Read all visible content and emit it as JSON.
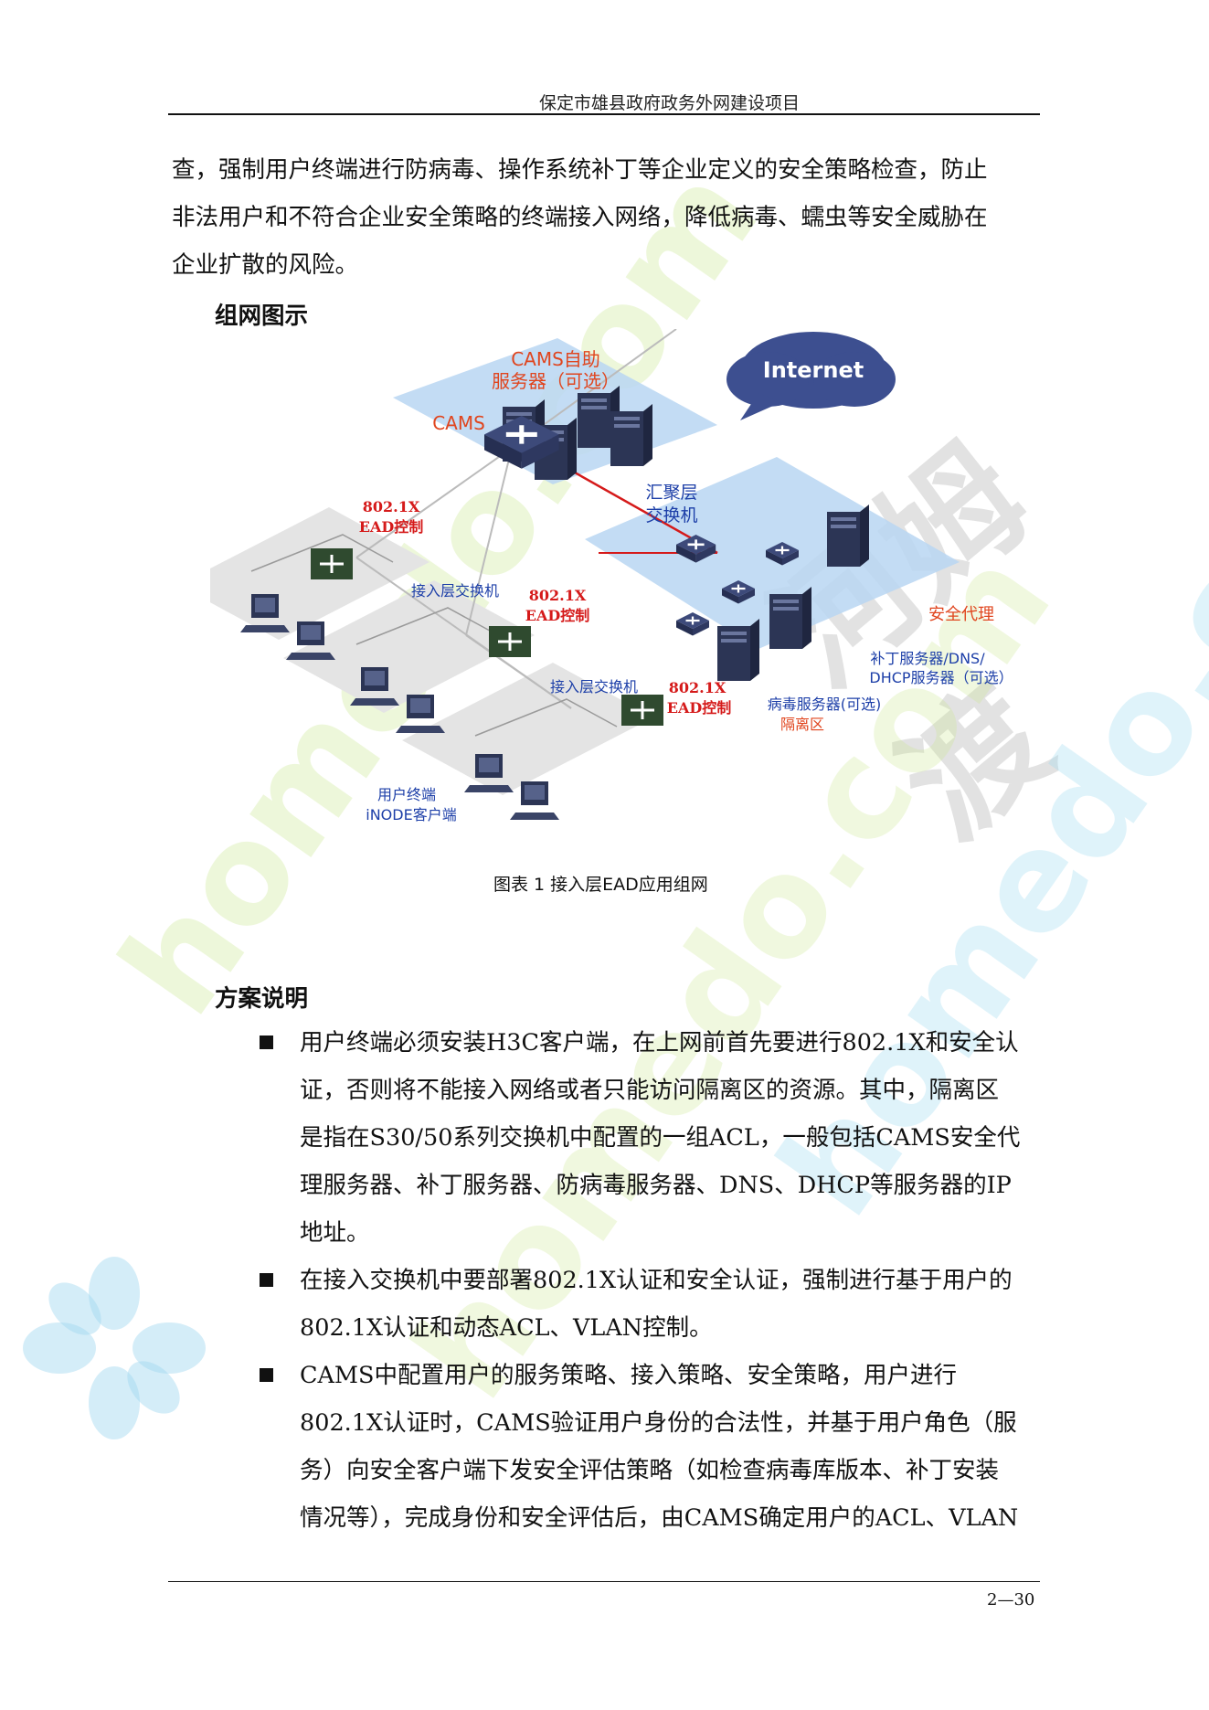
{
  "header": {
    "title": "保定市雄县政府政务外网建设项目"
  },
  "intro_lines": [
    "查，强制用户终端进行防病毒、操作系统补丁等企业定义的安全策略检查，防止",
    "非法用户和不符合企业安全策略的终端接入网络，降低病毒、蠕虫等安全威胁在",
    "企业扩散的风险。"
  ],
  "section_network": "组网图示",
  "diagram": {
    "internet": "Internet",
    "cams_self": "CAMS自助",
    "cams_self_server": "服务器（可选）",
    "cams": "CAMS",
    "agg_switch_1": "汇聚层",
    "agg_switch_2": "交换机",
    "ctrl_8021x": "802.1X",
    "ctrl_ead": "EAD控制",
    "access_switch": "接入层交换机",
    "security_agent": "安全代理",
    "patch_server_1": "补丁服务器/DNS/",
    "patch_server_2": "DHCP服务器（可选）",
    "virus_server": "病毒服务器(可选)",
    "isolation_zone": "隔离区",
    "user_terminal": "用户终端",
    "inode_client": "iNODE客户端"
  },
  "caption": "图表 1 接入层EAD应用组网",
  "section_plan": "方案说明",
  "bullets": [
    [
      "用户终端必须安装H3C客户端，在上网前首先要进行802.1X和安全认",
      "证，否则将不能接入网络或者只能访问隔离区的资源。其中，隔离区",
      "是指在S30/50系列交换机中配置的一组ACL，一般包括CAMS安全代",
      "理服务器、补丁服务器、防病毒服务器、DNS、DHCP等服务器的IP",
      "地址。"
    ],
    [
      "在接入交换机中要部署802.1X认证和安全认证，强制进行基于用户的",
      "802.1X认证和动态ACL、VLAN控制。"
    ],
    [
      "CAMS中配置用户的服务策略、接入策略、安全策略，用户进行",
      "802.1X认证时，CAMS验证用户身份的合法性，并基于用户角色（服",
      "务）向安全客户端下发安全评估策略（如检查病毒库版本、补丁安装",
      "情况等），完成身份和安全评估后，由CAMS确定用户的ACL、VLAN"
    ]
  ],
  "page_number": "2—30",
  "watermarks": {
    "left": "homedo.com",
    "center": "homedo.com",
    "right": "homedo.com",
    "brand": "河姆渡"
  },
  "colors": {
    "label_red": "#e0451e",
    "label_blue": "#1d3fa8",
    "zone_blue": "#b9d6f2",
    "zone_gray": "#e4e4e4",
    "ead_red": "#d51a1a"
  }
}
